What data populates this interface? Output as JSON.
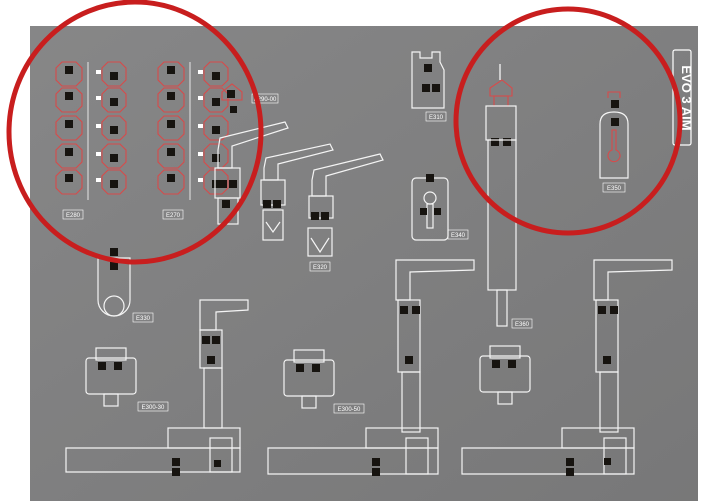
{
  "board": {
    "title": "EVO 3 AIM",
    "background_color": "#7f7f80",
    "highlight_color": "#c81e1e"
  },
  "labels": {
    "e280": "E280",
    "e270": "E270",
    "e290_00": "E290-00",
    "e310": "E310",
    "e320": "E320",
    "e330": "E330",
    "e340": "E340",
    "e360": "E360",
    "e350": "E350",
    "e300_30": "E300-30",
    "e300_50": "E300-50"
  }
}
